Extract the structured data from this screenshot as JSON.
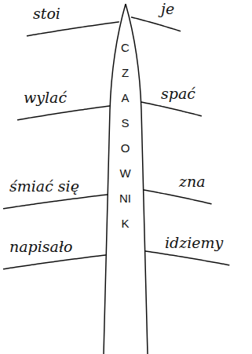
{
  "diagram": {
    "labels": [
      "CZASOWNIK",
      "stoi",
      "je",
      "wylać",
      "spać",
      "śmiać się",
      "zna",
      "napisało",
      "idziemy"
    ]
  }
}
